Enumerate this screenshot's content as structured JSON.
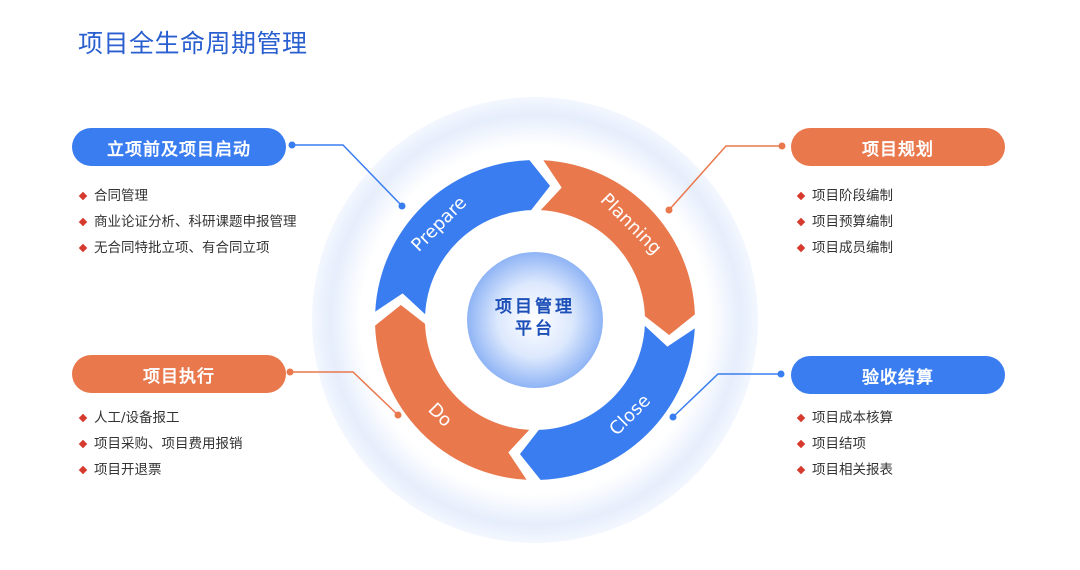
{
  "title": "项目全生命周期管理",
  "center": {
    "line1": "项目管理",
    "line2": "平台"
  },
  "colors": {
    "blue": "#3a7df0",
    "orange": "#e9784d",
    "title": "#2a5fd0",
    "bullet": "#d63a2e"
  },
  "cycle": [
    {
      "label": "Prepare",
      "color": "blue"
    },
    {
      "label": "Planning",
      "color": "orange"
    },
    {
      "label": "Close",
      "color": "blue"
    },
    {
      "label": "Do",
      "color": "orange"
    }
  ],
  "sections": {
    "prepare": {
      "heading": "立项前及项目启动",
      "items": [
        "合同管理",
        "商业论证分析、科研课题申报管理",
        "无合同特批立项、有合同立项"
      ]
    },
    "planning": {
      "heading": "项目规划",
      "items": [
        "项目阶段编制",
        "项目预算编制",
        "项目成员编制"
      ]
    },
    "do": {
      "heading": "项目执行",
      "items": [
        "人工/设备报工",
        "项目采购、项目费用报销",
        "项目开退票"
      ]
    },
    "close": {
      "heading": "验收结算",
      "items": [
        "项目成本核算",
        "项目结项",
        "项目相关报表"
      ]
    }
  }
}
